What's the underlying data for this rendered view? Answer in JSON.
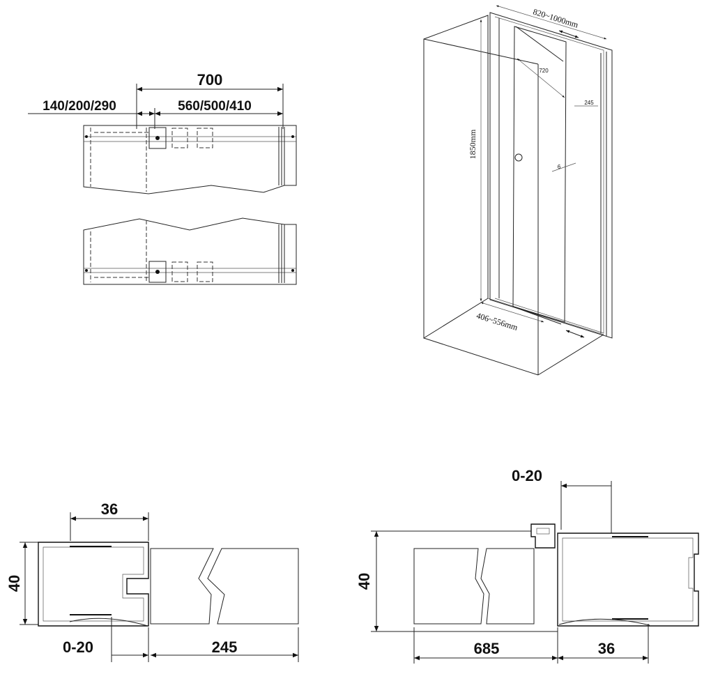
{
  "top_view": {
    "width_total": "700",
    "width_left": "140/200/290",
    "width_right": "560/500/410"
  },
  "iso_view": {
    "width_range": "820~1000mm",
    "door_width": "720",
    "fixed_width": "245",
    "glass": "6",
    "height": "1850mm",
    "swing_range": "406~556mm"
  },
  "profile_left": {
    "label_36": "36",
    "label_40": "40",
    "label_0_20": "0-20",
    "label_245": "245"
  },
  "profile_right": {
    "label_0_20": "0-20",
    "label_40": "40",
    "label_685": "685",
    "label_36": "36"
  }
}
